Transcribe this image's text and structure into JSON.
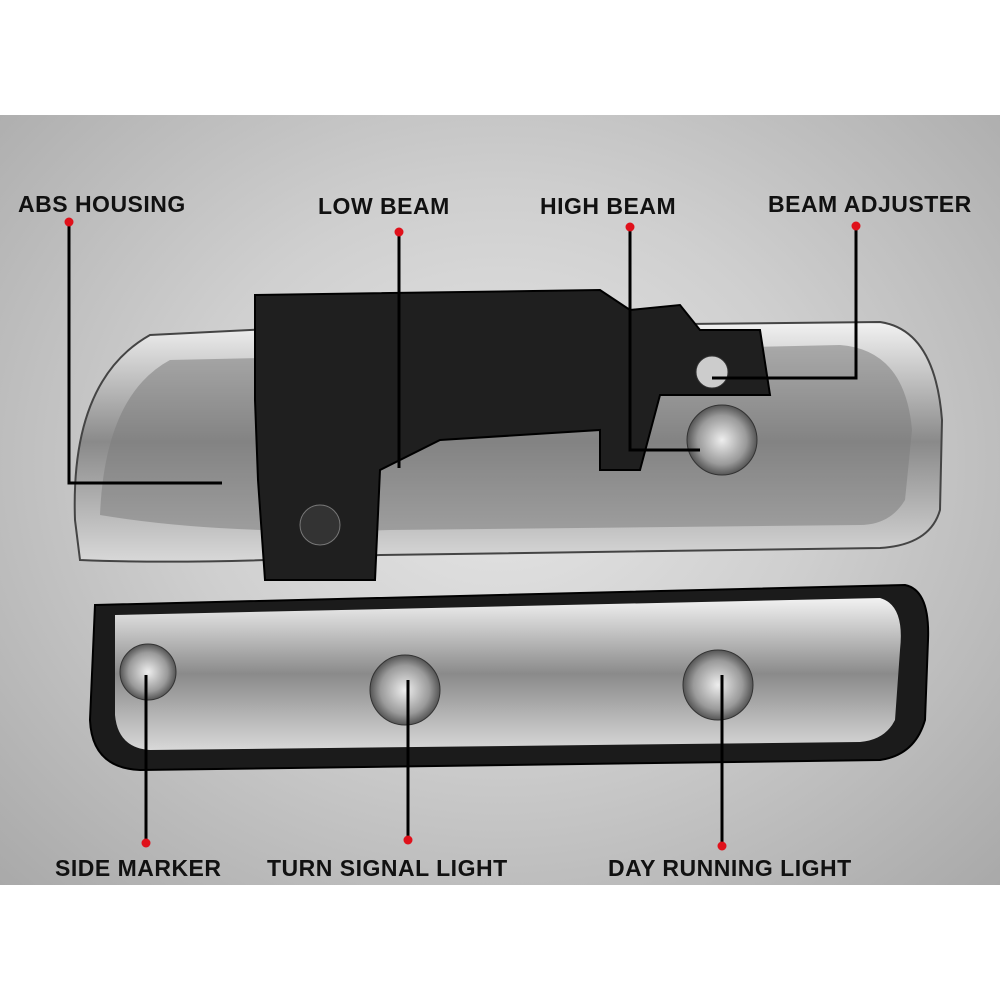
{
  "labels": {
    "abs_housing": "ABS HOUSING",
    "low_beam": "LOW BEAM",
    "high_beam": "HIGH BEAM",
    "beam_adjuster": "BEAM ADJUSTER",
    "side_marker": "SIDE MARKER",
    "turn_signal_light": "TURN SIGNAL LIGHT",
    "day_running_light": "DAY RUNNING LIGHT"
  },
  "colors": {
    "marker_dot": "#e0111b",
    "leader_line": "#000000"
  }
}
